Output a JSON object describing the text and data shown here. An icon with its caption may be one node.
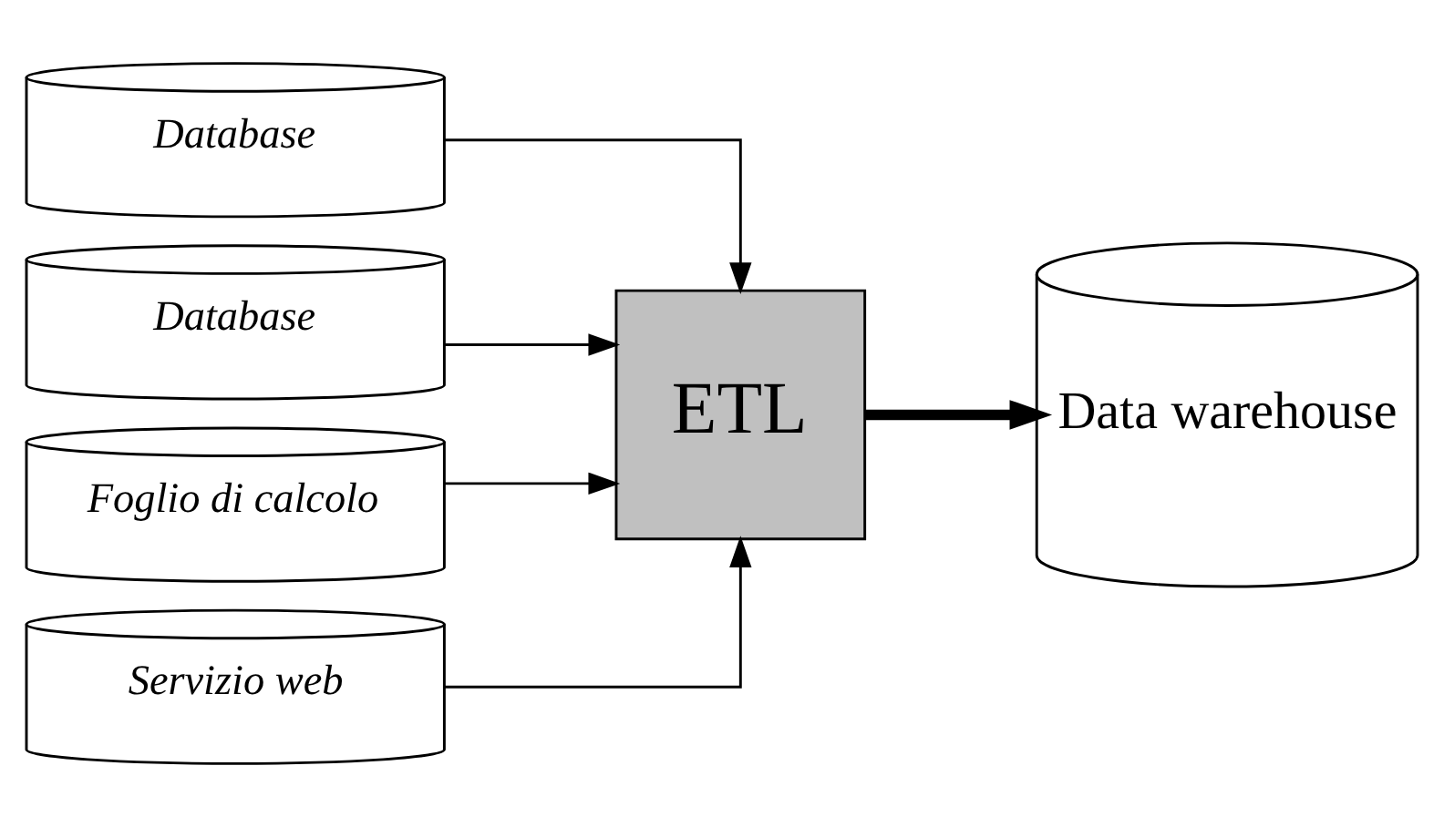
{
  "diagram": {
    "nodes": [
      {
        "text": [
          "Database"
        ]
      },
      {
        "text": [
          "Database"
        ]
      },
      {
        "text": [
          "Foglio di calcolo"
        ]
      },
      {
        "text": [
          "Servizio web"
        ]
      },
      {
        "text": [
          "ETL"
        ]
      },
      {
        "text": [
          "Data warehouse"
        ]
      }
    ],
    "edges": [
      {
        "from": 0,
        "to": 4,
        "arrow": "to"
      },
      {
        "from": 1,
        "to": 4,
        "arrow": "to"
      },
      {
        "from": 2,
        "to": 4,
        "arrow": "to"
      },
      {
        "from": 3,
        "to": 4,
        "arrow": "to"
      },
      {
        "from": 4,
        "to": 5,
        "arrow": "to",
        "style": "thick"
      }
    ]
  }
}
